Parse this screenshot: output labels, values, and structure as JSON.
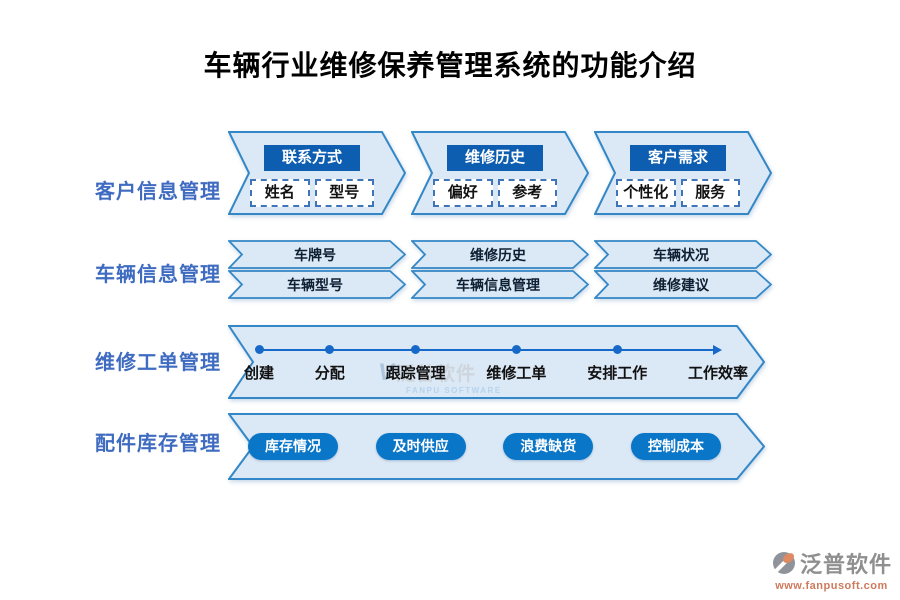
{
  "title": "车辆行业维修保养管理系统的功能介绍",
  "colors": {
    "chevron_fill": "#dbe8f5",
    "chevron_border": "#3487c6",
    "header_box_blue": "#0d5db0",
    "pill_blue": "#0a76c8",
    "timeline_blue": "#1669c9",
    "row_label_blue": "#3f6cc1",
    "logo_gray": "#8f8f8f",
    "logo_orange": "#cf7a5c"
  },
  "rows": [
    {
      "label": "客户信息管理",
      "type": "cards",
      "groups": [
        {
          "header": "联系方式",
          "items": [
            "姓名",
            "型号"
          ]
        },
        {
          "header": "维修历史",
          "items": [
            "偏好",
            "参考"
          ]
        },
        {
          "header": "客户需求",
          "items": [
            "个性化",
            "服务"
          ]
        }
      ]
    },
    {
      "label": "车辆信息管理",
      "type": "ribbons",
      "groups": [
        {
          "top": "车牌号",
          "bottom": "车辆型号"
        },
        {
          "top": "维修历史",
          "bottom": "车辆信息管理"
        },
        {
          "top": "车辆状况",
          "bottom": "维修建议"
        }
      ]
    },
    {
      "label": "维修工单管理",
      "type": "timeline",
      "stages": [
        "创建",
        "分配",
        "跟踪管理",
        "维修工单",
        "安排工作",
        "工作效率"
      ]
    },
    {
      "label": "配件库存管理",
      "type": "pills",
      "pills": [
        "库存情况",
        "及时供应",
        "浪费缺货",
        "控制成本"
      ]
    }
  ],
  "watermark": {
    "text": "泛普软件",
    "subtext": "FANPU SOFTWARE"
  },
  "logo": {
    "name": "泛普软件",
    "url": "www.fanpusoft.com"
  }
}
